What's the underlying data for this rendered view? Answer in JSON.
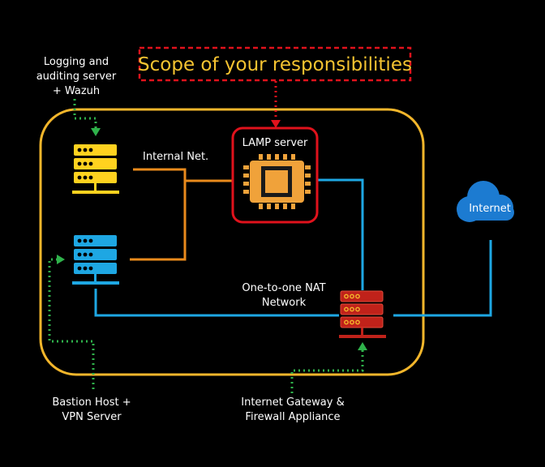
{
  "scope_label": "Scope of your responsibilities",
  "labels": {
    "logging_line1": "Logging and",
    "logging_line2": "auditing server",
    "logging_line3": "+ Wazuh",
    "internal_net": "Internal Net.",
    "lamp": "LAMP server",
    "internet": "Internet",
    "nat_line1": "One-to-one NAT",
    "nat_line2": "Network",
    "bastion_line1": "Bastion Host +",
    "bastion_line2": "VPN Server",
    "gateway_line1": "Internet Gateway &",
    "gateway_line2": "Firewall Appliance"
  },
  "colors": {
    "boundary": "#f3b62b",
    "scope": "#e0121c",
    "internal_link": "#e98a1c",
    "nat_link": "#1ea7e3",
    "management_link": "#2fb24b",
    "logging_server": "#ffd21f",
    "bastion_server": "#1ea7e3",
    "gateway_server": "#c0221a",
    "cloud": "#1c7bd1",
    "chip": "#f0a23a"
  },
  "icons": {
    "logging_server": "server-rack-icon",
    "bastion_server": "server-rack-icon",
    "lamp_server": "cpu-chip-icon",
    "gateway": "server-rack-icon",
    "internet": "cloud-icon"
  }
}
